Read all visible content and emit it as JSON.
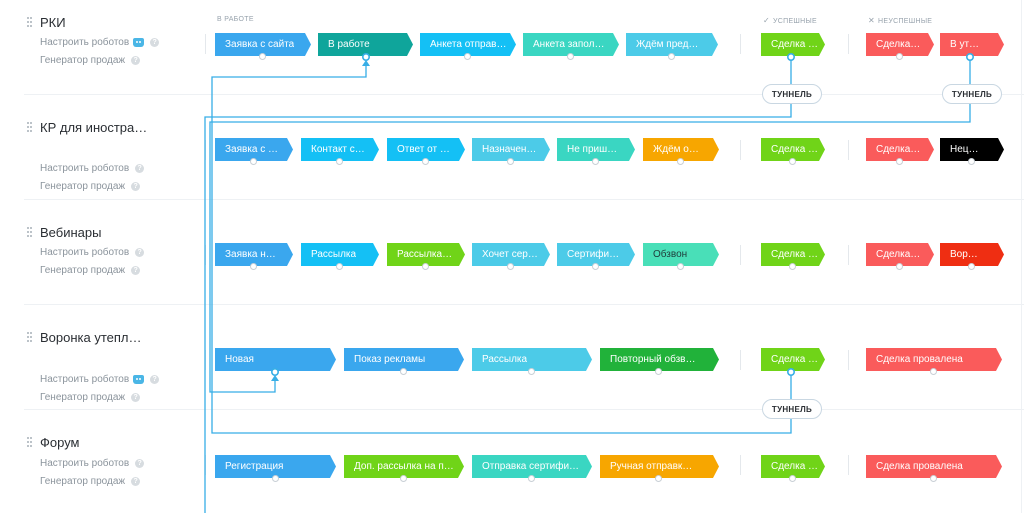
{
  "columns": {
    "in_work": "В РАБОТЕ",
    "success": "УСПЕШНЫЕ",
    "fail": "НЕУСПЕШНЫЕ",
    "success_icon": "check-icon",
    "fail_icon": "cross-icon"
  },
  "settings_label": "Настроить роботов",
  "generator_label": "Генератор продаж",
  "help_symbol": "?",
  "tunnel_label": "ТУННЕЛЬ",
  "pipelines": [
    {
      "title": "РКИ",
      "robot_icon": true,
      "stages": [
        "Заявка с сайта",
        "В работе",
        "Анкета отправ…",
        "Анкета запол…",
        "Ждём пред…"
      ],
      "success": [
        "Сделка …"
      ],
      "fail": [
        "Сделка…",
        "В ут…"
      ]
    },
    {
      "title": "КР для иностра…",
      "robot_icon": false,
      "stages": [
        "Заявка с …",
        "Контакт с…",
        "Ответ от …",
        "Назначен…",
        "Не приш…",
        "Ждём о…"
      ],
      "success": [
        "Сделка …"
      ],
      "fail": [
        "Сделка…",
        "Нец…"
      ]
    },
    {
      "title": "Вебинары",
      "robot_icon": false,
      "stages": [
        "Заявка н…",
        "Рассылка",
        "Рассылка…",
        "Хочет сер…",
        "Сертифи…",
        "Обзвон"
      ],
      "success": [
        "Сделка …"
      ],
      "fail": [
        "Сделка…",
        "Вор…"
      ]
    },
    {
      "title": "Воронка утепл…",
      "robot_icon": true,
      "stages": [
        "Новая",
        "Показ рекламы",
        "Рассылка",
        "Повторный обзв…"
      ],
      "success": [
        "Сделка …"
      ],
      "fail": [
        "Сделка провалена"
      ]
    },
    {
      "title": "Форум",
      "robot_icon": false,
      "stages": [
        "Регистрация",
        "Доп. рассылка на п…",
        "Отправка сертифи…",
        "Ручная отправк…"
      ],
      "success": [
        "Сделка …"
      ],
      "fail": [
        "Сделка провалена"
      ]
    }
  ],
  "colors": {
    "blue": "#3aa7ee",
    "teal_dark": "#0fa59b",
    "cyan": "#14c0f5",
    "sky": "#4ccbe8",
    "turquoise": "#3ad6c2",
    "mint": "#49dfb8",
    "orange": "#f7a600",
    "green": "#70d418",
    "dark_green": "#21b23a",
    "red": "#fa5b5b",
    "red_deep": "#ef2e12",
    "black": "#000000",
    "wire": "#37aee6"
  }
}
